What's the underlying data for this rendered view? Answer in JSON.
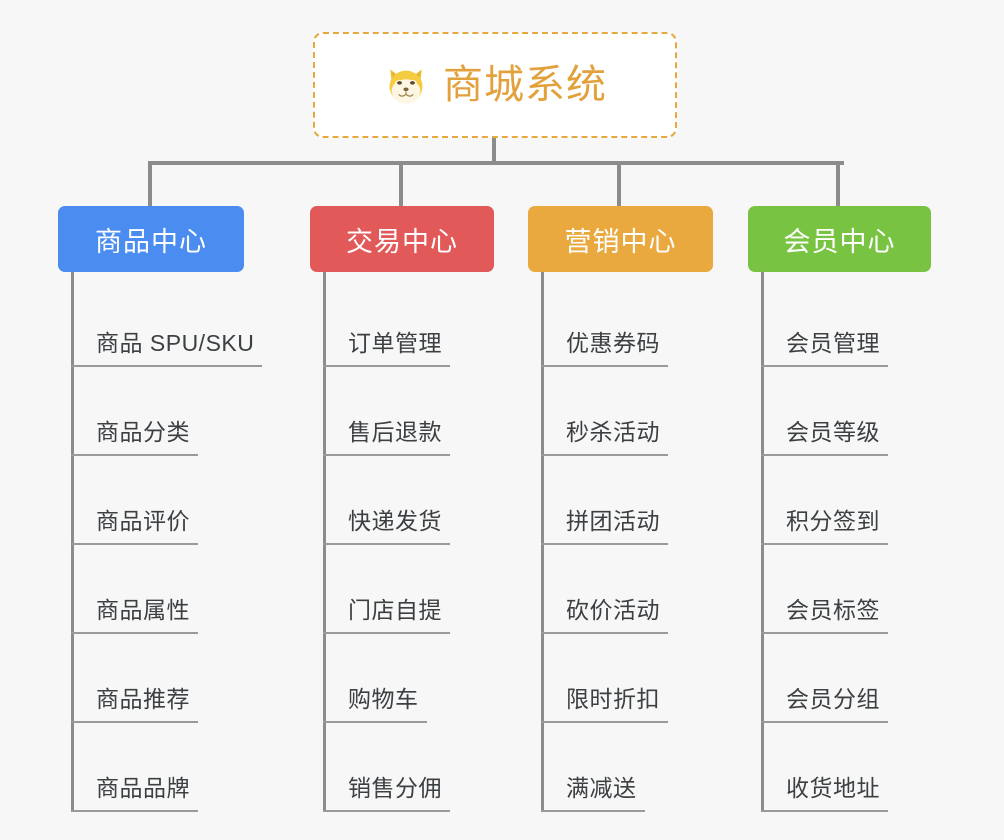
{
  "page": {
    "background_color": "#f7f7f7",
    "connector_color": "#8c8c8c",
    "leaf_text_color": "#3c4043",
    "leaf_rule_color": "#9a9a9a"
  },
  "root": {
    "title": "商城系统",
    "icon": "shiba-dog-face-icon",
    "title_color": "#e2a13c",
    "border_color": "#e8a83e",
    "border_style": "dashed",
    "fill_color": "#ffffff"
  },
  "branches": [
    {
      "label": "商品中心",
      "color": "#4a8cf0",
      "items": [
        "商品 SPU/SKU",
        "商品分类",
        "商品评价",
        "商品属性",
        "商品推荐",
        "商品品牌"
      ]
    },
    {
      "label": "交易中心",
      "color": "#e2595a",
      "items": [
        "订单管理",
        "售后退款",
        "快递发货",
        "门店自提",
        "购物车",
        "销售分佣"
      ]
    },
    {
      "label": "营销中心",
      "color": "#eaa93e",
      "items": [
        "优惠券码",
        "秒杀活动",
        "拼团活动",
        "砍价活动",
        "限时折扣",
        "满减送"
      ]
    },
    {
      "label": "会员中心",
      "color": "#79c342",
      "items": [
        "会员管理",
        "会员等级",
        "积分签到",
        "会员标签",
        "会员分组",
        "收货地址"
      ]
    }
  ]
}
